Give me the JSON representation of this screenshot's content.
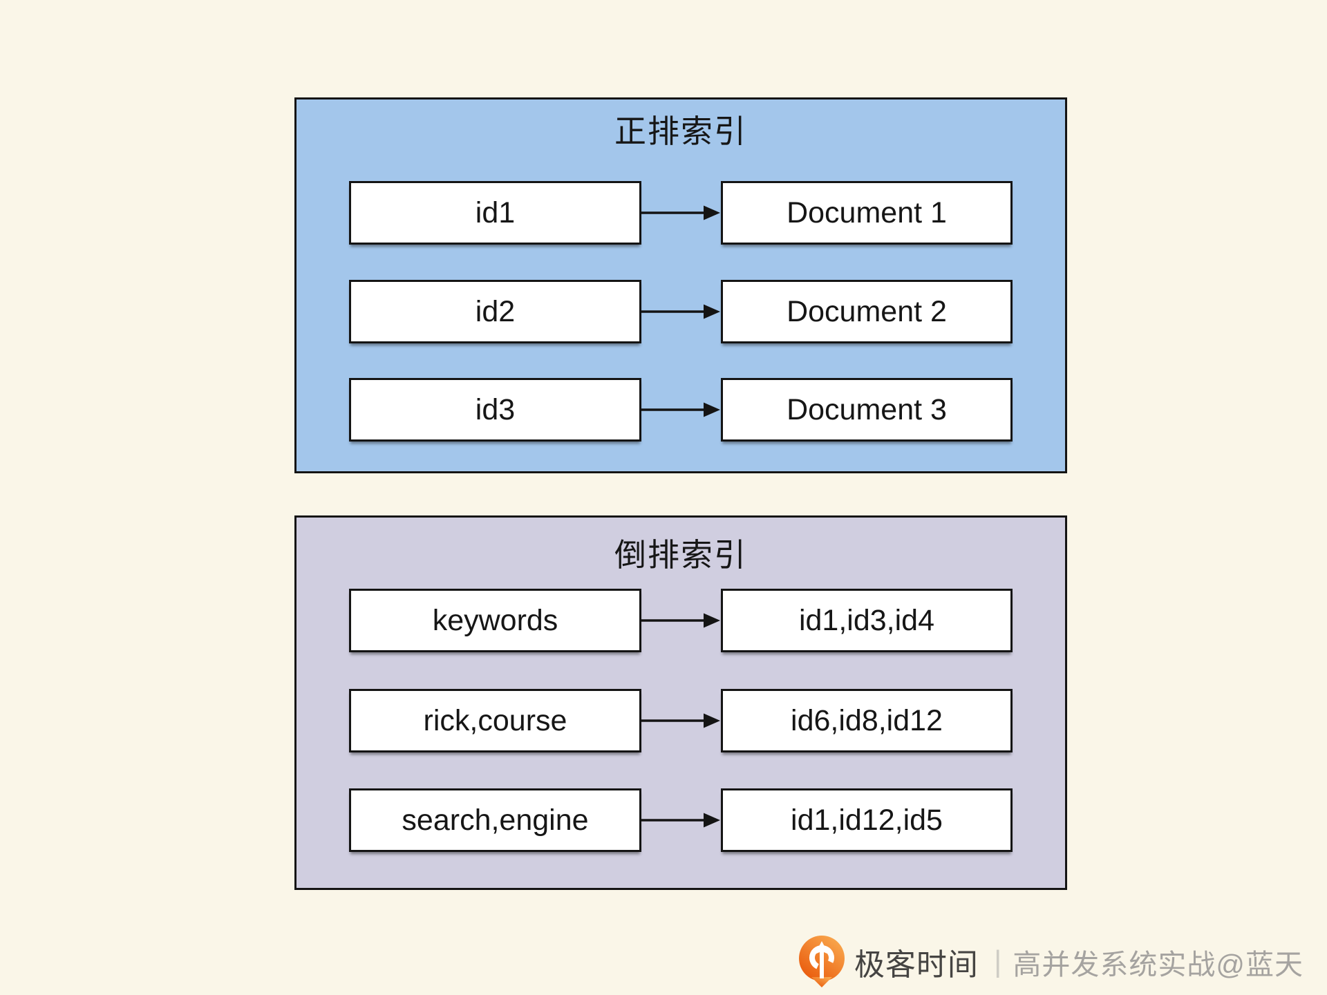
{
  "page": {
    "background_color": "#faf6e8",
    "diagram_text_color": "#161616"
  },
  "panels": [
    {
      "title": "正排索引",
      "fill_color": "#a3c6eb",
      "rows": [
        {
          "key": "id1",
          "value": "Document 1"
        },
        {
          "key": "id2",
          "value": "Document 2"
        },
        {
          "key": "id3",
          "value": "Document 3"
        }
      ]
    },
    {
      "title": "倒排索引",
      "fill_color": "#d0cee0",
      "rows": [
        {
          "key": "keywords",
          "value": "id1,id3,id4"
        },
        {
          "key": "rick,course",
          "value": "id6,id8,id12"
        },
        {
          "key": "search,engine",
          "value": "id1,id12,id5"
        }
      ]
    }
  ],
  "watermark": {
    "brand": "极客时间",
    "separator": "|",
    "credit": "高并发系统实战@蓝天",
    "logo_icon": "geektime-logo",
    "logo_gradient_start": "#f9a84e",
    "logo_gradient_end": "#e95a0c",
    "brand_color": "#454442",
    "credit_color": "#a5a3a0"
  }
}
